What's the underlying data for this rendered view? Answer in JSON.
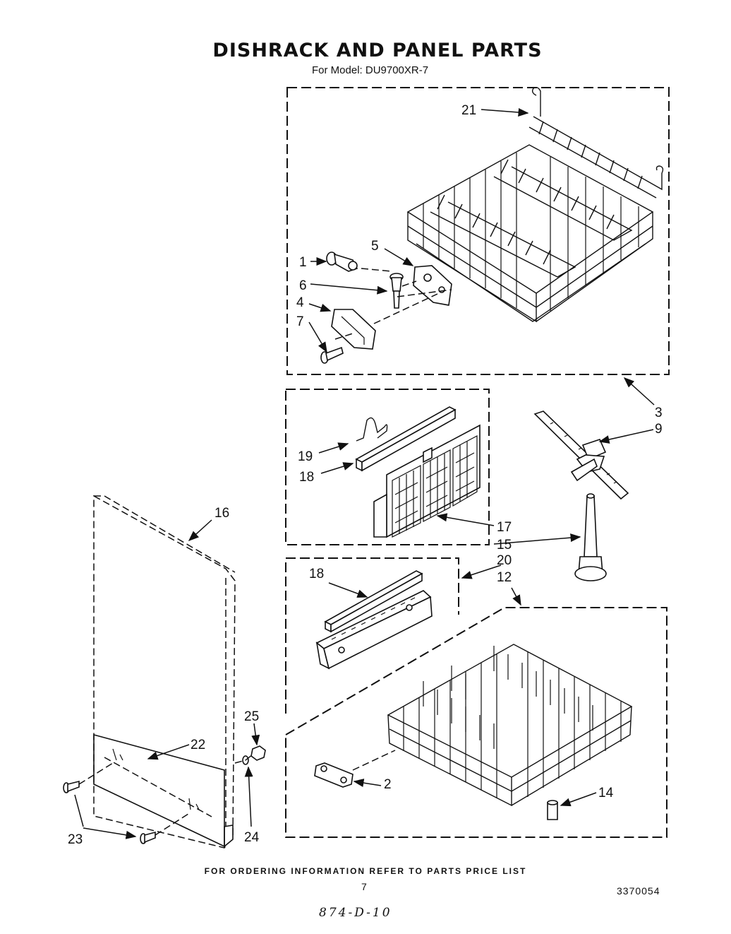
{
  "header": {
    "title": "DISHRACK AND PANEL PARTS",
    "subtitle": "For Model: DU9700XR-7"
  },
  "callouts": {
    "c1": "1",
    "c2": "2",
    "c3": "3",
    "c4": "4",
    "c5": "5",
    "c6": "6",
    "c7": "7",
    "c9": "9",
    "c12": "12",
    "c14": "14",
    "c15": "15",
    "c16": "16",
    "c17": "17",
    "c18a": "18",
    "c18b": "18",
    "c19": "19",
    "c20": "20",
    "c21": "21",
    "c22": "22",
    "c23": "23",
    "c24": "24",
    "c25": "25"
  },
  "footer": {
    "ordering_note": "FOR ORDERING INFORMATION REFER TO PARTS PRICE LIST",
    "page_number": "7",
    "document_number": "3370054",
    "handwritten_note": "874-D-10"
  }
}
